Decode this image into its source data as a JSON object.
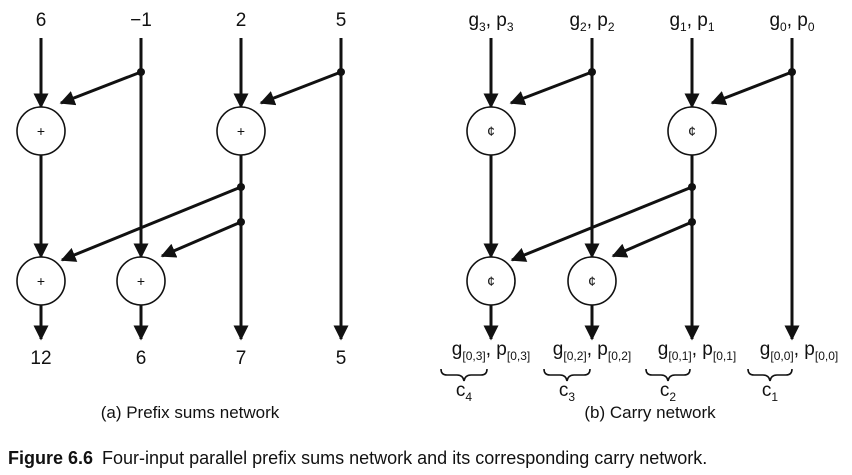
{
  "prefix_network": {
    "inputs": [
      "6",
      "−1",
      "2",
      "5"
    ],
    "operator": "+",
    "outputs": [
      "12",
      "6",
      "7",
      "5"
    ],
    "caption": "(a) Prefix sums network"
  },
  "carry_network": {
    "inputs": [
      {
        "g": "g",
        "g_sub": "3",
        "p": "p",
        "p_sub": "3"
      },
      {
        "g": "g",
        "g_sub": "2",
        "p": "p",
        "p_sub": "2"
      },
      {
        "g": "g",
        "g_sub": "1",
        "p": "p",
        "p_sub": "1"
      },
      {
        "g": "g",
        "g_sub": "0",
        "p": "p",
        "p_sub": "0"
      }
    ],
    "operator": "¢",
    "outputs": [
      {
        "g": "g",
        "g_sub": "[0,3]",
        "p": "p",
        "p_sub": "[0,3]",
        "c": "c",
        "c_sub": "4"
      },
      {
        "g": "g",
        "g_sub": "[0,2]",
        "p": "p",
        "p_sub": "[0,2]",
        "c": "c",
        "c_sub": "3"
      },
      {
        "g": "g",
        "g_sub": "[0,1]",
        "p": "p",
        "p_sub": "[0,1]",
        "c": "c",
        "c_sub": "2"
      },
      {
        "g": "g",
        "g_sub": "[0,0]",
        "p": "p",
        "p_sub": "[0,0]",
        "c": "c",
        "c_sub": "1"
      }
    ],
    "separator": ", ",
    "caption": "(b) Carry network"
  },
  "figure_caption": {
    "label": "Figure 6.6",
    "text": "Four-input parallel prefix sums network and its corresponding carry network."
  }
}
